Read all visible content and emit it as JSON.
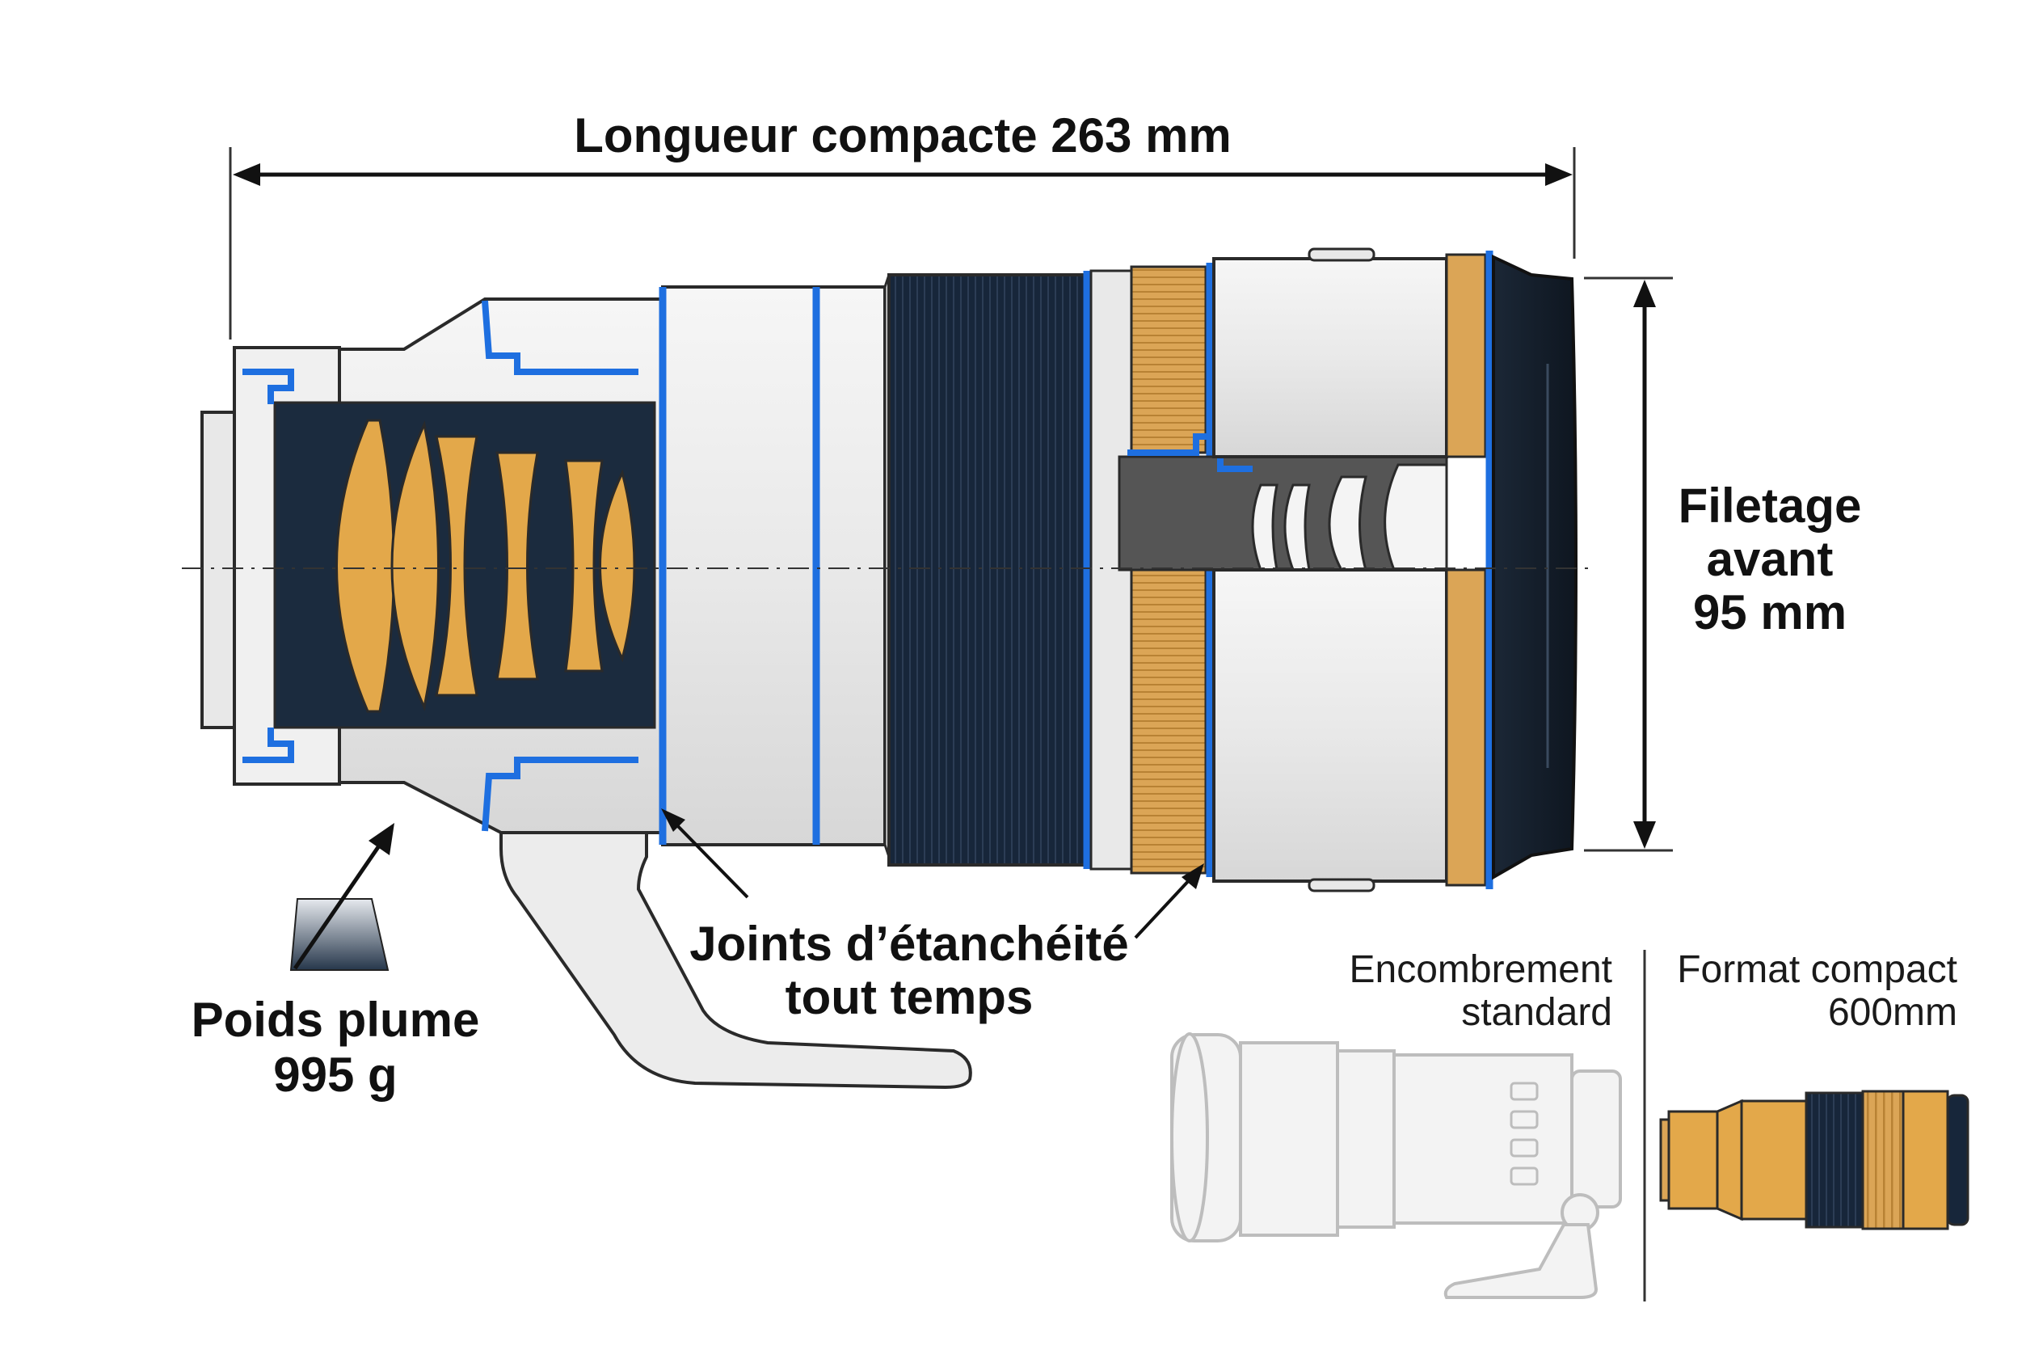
{
  "labels": {
    "length": "Longueur compacte 263 mm",
    "filter_line1": "Filetage",
    "filter_line2": "avant",
    "filter_line3": "95 mm",
    "weight_line1": "Poids plume",
    "weight_line2": "995 g",
    "seals_line1": "Joints d’étanchéité",
    "seals_line2": "tout temps",
    "standard_line1": "Encombrement",
    "standard_line2": "standard",
    "compact_line1": "Format compact",
    "compact_line2": "600mm"
  },
  "colors": {
    "seal_blue": "#1e6fe0",
    "element_gold": "#e3a84a",
    "ring_gold": "#dba556",
    "barrel_dark": "#17263a",
    "barrel_light": "#ececec",
    "outline": "#2a2a2a",
    "weight_icon": "#4a5a6e"
  }
}
